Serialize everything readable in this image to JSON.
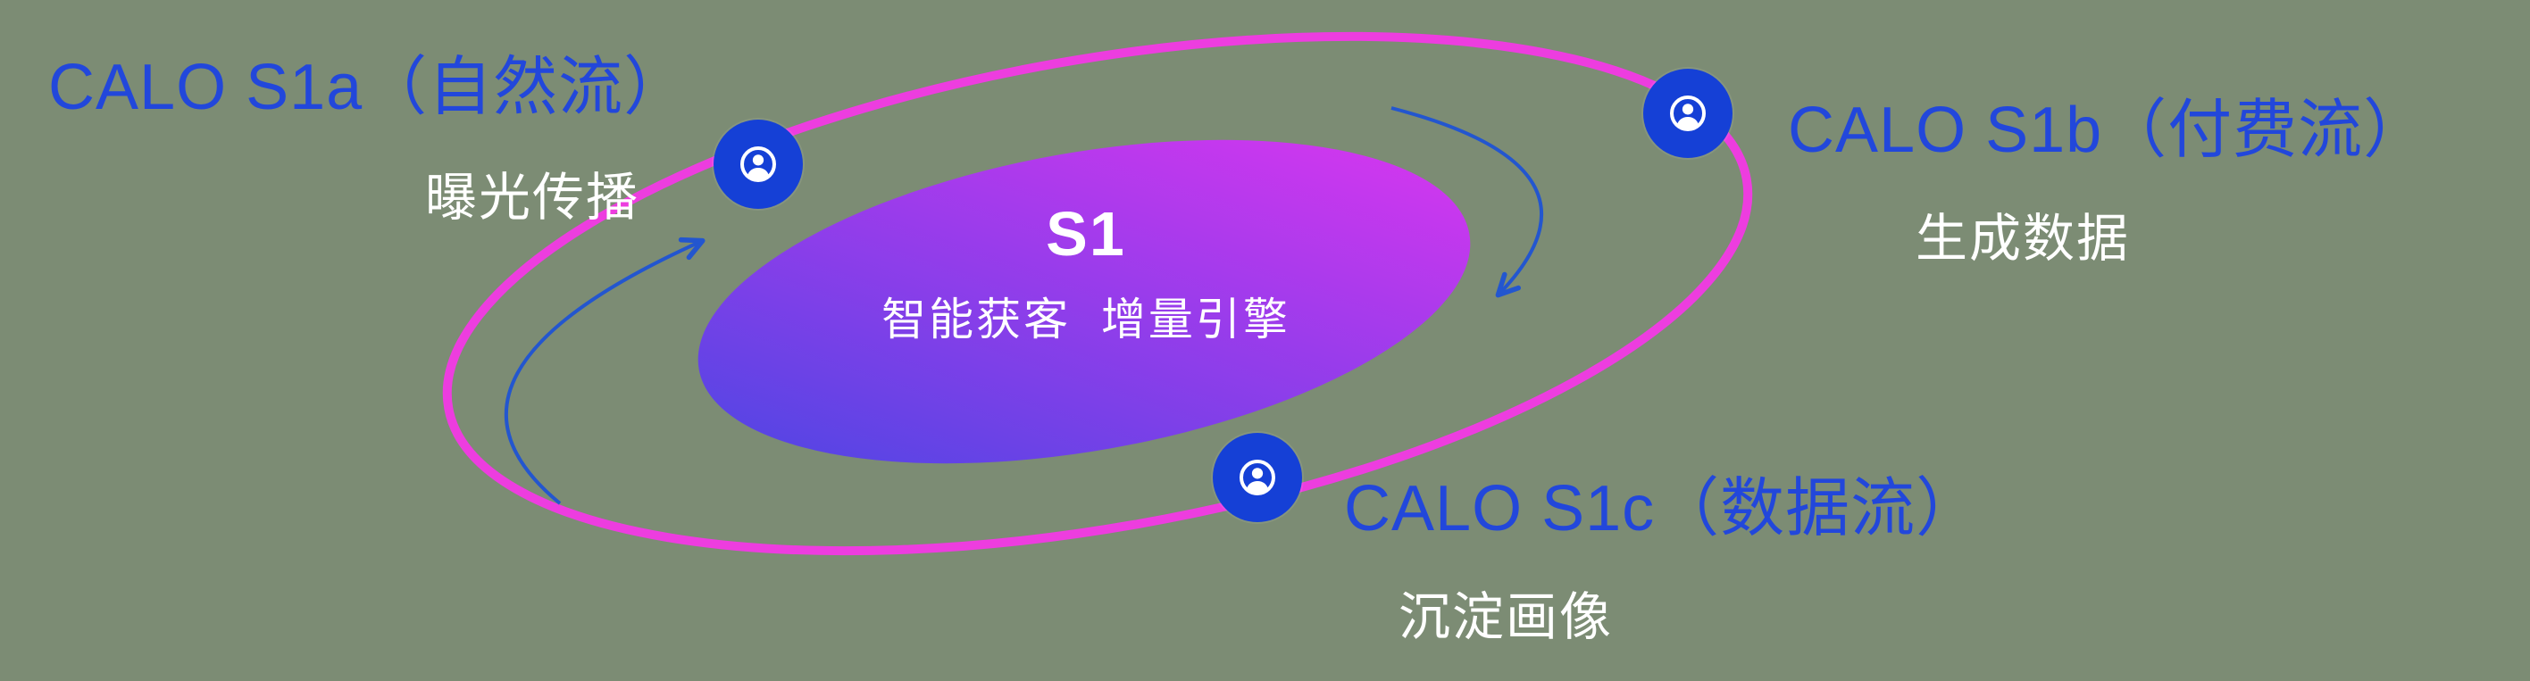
{
  "colors": {
    "bg": "#7c8c74",
    "ring": "#ed3ddf",
    "label_blue": "#2247db",
    "icon_blue": "#1540d6",
    "arrow": "#2356cf",
    "gradient_start": "#4d46e3",
    "gradient_end": "#da36ef",
    "core_text": "#ffffff"
  },
  "center": {
    "title": "S1",
    "subtitle": "智能获客  增量引擎"
  },
  "nodes": [
    {
      "id": "s1a",
      "title": "CALO S1a（自然流）",
      "subtitle": "曝光传播",
      "icon": "user-circle-icon"
    },
    {
      "id": "s1b",
      "title": "CALO S1b（付费流）",
      "subtitle": "生成数据",
      "icon": "user-circle-icon"
    },
    {
      "id": "s1c",
      "title": "CALO S1c（数据流）",
      "subtitle": "沉淀画像",
      "icon": "user-circle-icon"
    }
  ]
}
